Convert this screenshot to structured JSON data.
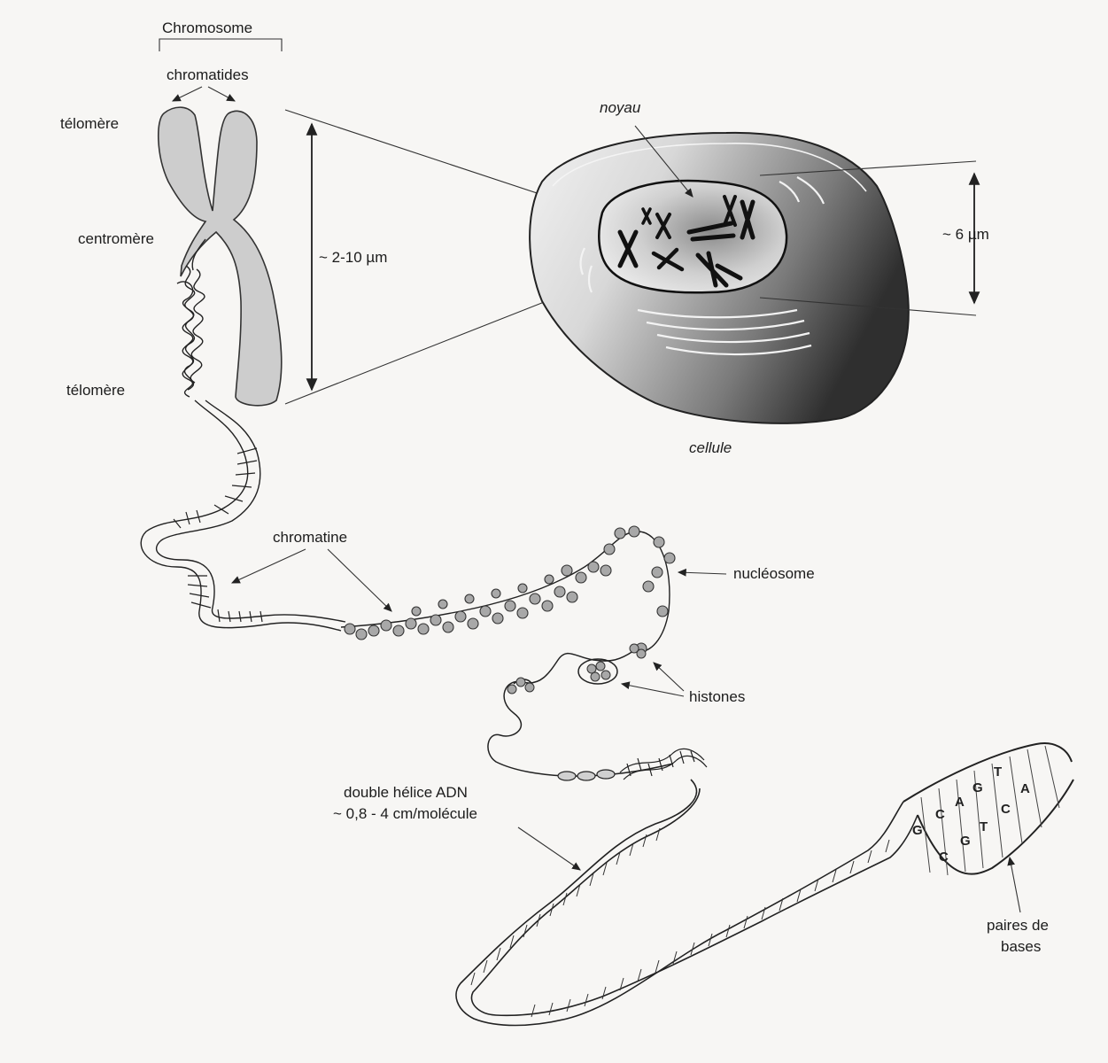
{
  "labels": {
    "chromosome": "Chromosome",
    "chromatides": "chromatides",
    "telomere_top": "télomère",
    "centromere": "centromère",
    "telomere_bottom": "télomère",
    "chromosome_size": "~ 2-10 µm",
    "noyau": "noyau",
    "cellule": "cellule",
    "nucleus_size": "~ 6 µm",
    "chromatine": "chromatine",
    "nucleosome": "nucléosome",
    "histones": "histones",
    "dna_line1": "double hélice ADN",
    "dna_line2": "~ 0,8 - 4 cm/molécule",
    "base_pairs_line1": "paires de",
    "base_pairs_line2": "bases"
  },
  "bases": {
    "top_strand": [
      "G",
      "C",
      "A",
      "G",
      "T"
    ],
    "bottom_strand": [
      "C",
      "G",
      "T",
      "C",
      "A"
    ]
  },
  "colors": {
    "chromosome_fill": "#cfcfcf",
    "nucleosome_fill": "#a8a8a8",
    "cell_dark": "#3a3a3a",
    "nucleus_fill": "#2b2b2b"
  }
}
